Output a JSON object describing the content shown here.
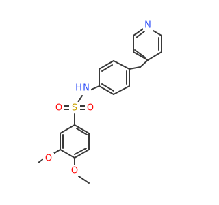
{
  "colors": {
    "bond": "#3a3a3a",
    "carbon": "#3a3a3a",
    "nitrogen": "#3050f8",
    "oxygen": "#ff0d0d",
    "sulfur": "#c8a000",
    "background": "#ffffff"
  },
  "atoms": {
    "nitrogen_pyridine": {
      "label": "N"
    },
    "nitrogen_amine": {
      "label": "N",
      "hydrogen": "H"
    },
    "sulfur": {
      "label": "S"
    },
    "oxygen_sulfonyl_left": {
      "label": "O"
    },
    "oxygen_sulfonyl_right": {
      "label": "O"
    },
    "oxygen_methoxy_3": {
      "label": "O"
    },
    "oxygen_methoxy_4": {
      "label": "O"
    }
  }
}
